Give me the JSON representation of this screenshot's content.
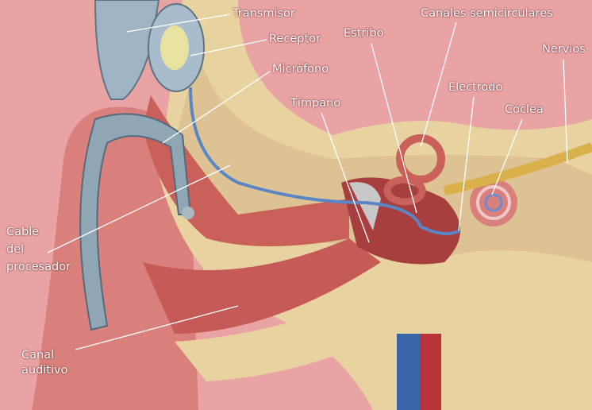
{
  "labels": {
    "transmisor": "Transmisor",
    "receptor": "Receptor",
    "microfono": "Micrófono",
    "estribo": "Estribo",
    "canales": "Canales semicirculares",
    "nervios": "Nervios",
    "electrodo": "Electrodo",
    "timpano": "Tímpano",
    "coclea": "Cóclea",
    "cable_1": "Cable",
    "cable_2": "del",
    "cable_3": "procesador",
    "canal_1": "Canal",
    "canal_2": "auditivo"
  },
  "colors": {
    "skin": "#e9a3a4",
    "bone": "#e8d2a0",
    "tissue": "#c9605a",
    "device": "#8fa6b4",
    "cable": "#5a86c6",
    "nerve": "#d9b04a"
  }
}
